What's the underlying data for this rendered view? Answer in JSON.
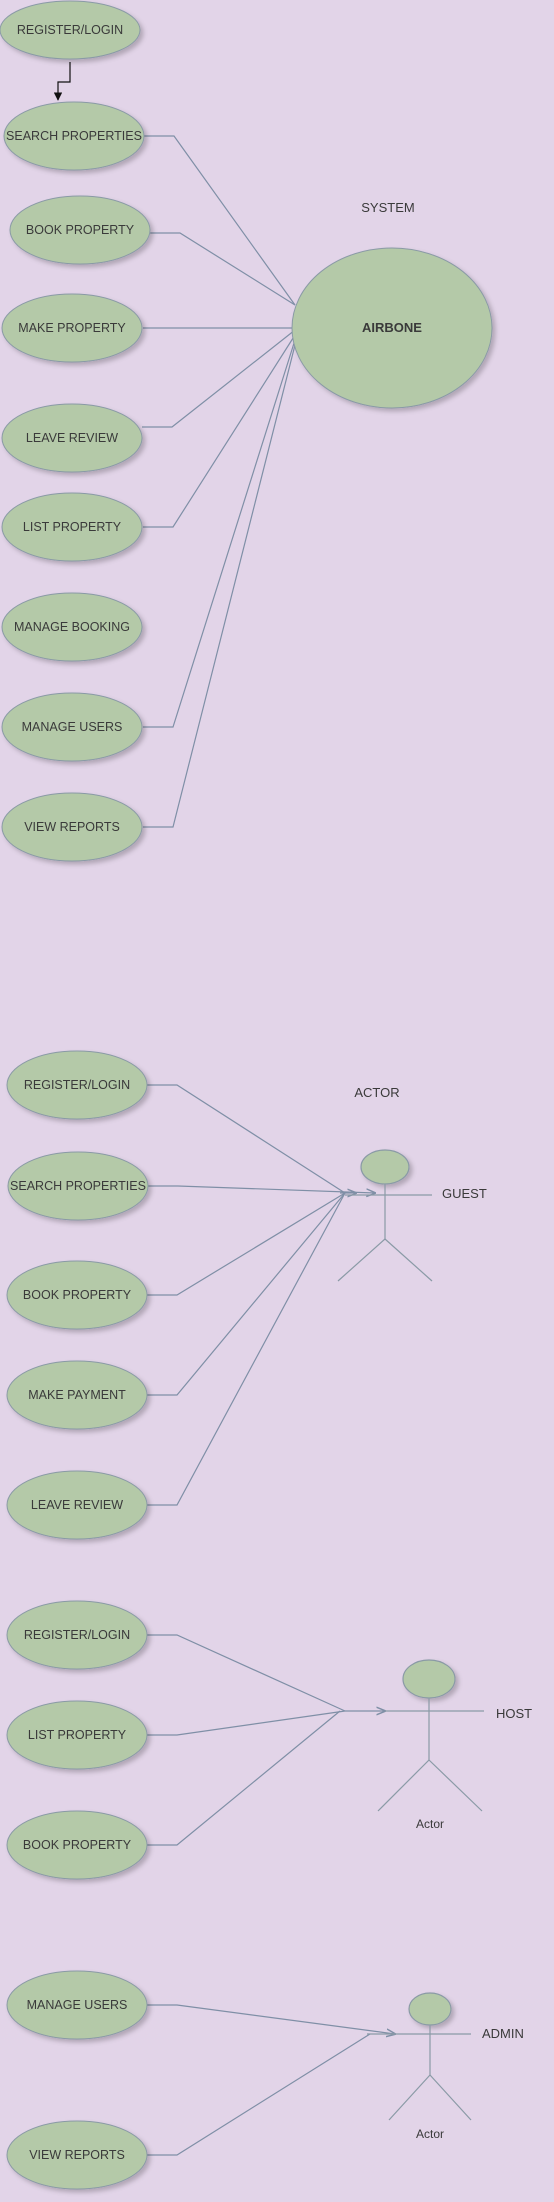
{
  "colors": {
    "background": "#e2d4e8",
    "ellipse_fill": "#b4c9a8",
    "ellipse_stroke": "#8a9aa6",
    "connector": "#7f8fa6",
    "arrow": "#111111",
    "text": "#3a3a3a"
  },
  "system_section": {
    "heading": "SYSTEM",
    "system_name": "AIRBONE",
    "use_cases": [
      "REGISTER/LOGIN",
      "SEARCH PROPERTIES",
      "BOOK PROPERTY",
      "MAKE PROPERTY",
      "LEAVE REVIEW",
      "LIST PROPERTY",
      "MANAGE BOOKING",
      "MANAGE USERS",
      "VIEW REPORTS"
    ]
  },
  "actor_section": {
    "heading": "ACTOR",
    "guest": {
      "label": "GUEST",
      "use_cases": [
        "REGISTER/LOGIN",
        "SEARCH PROPERTIES",
        "BOOK PROPERTY",
        "MAKE PAYMENT",
        "LEAVE REVIEW"
      ]
    },
    "host": {
      "label": "HOST",
      "actor_caption": "Actor",
      "use_cases": [
        "REGISTER/LOGIN",
        "LIST PROPERTY",
        "BOOK PROPERTY"
      ]
    },
    "admin": {
      "label": "ADMIN",
      "actor_caption": "Actor",
      "use_cases": [
        "MANAGE USERS",
        "VIEW REPORTS"
      ]
    }
  }
}
